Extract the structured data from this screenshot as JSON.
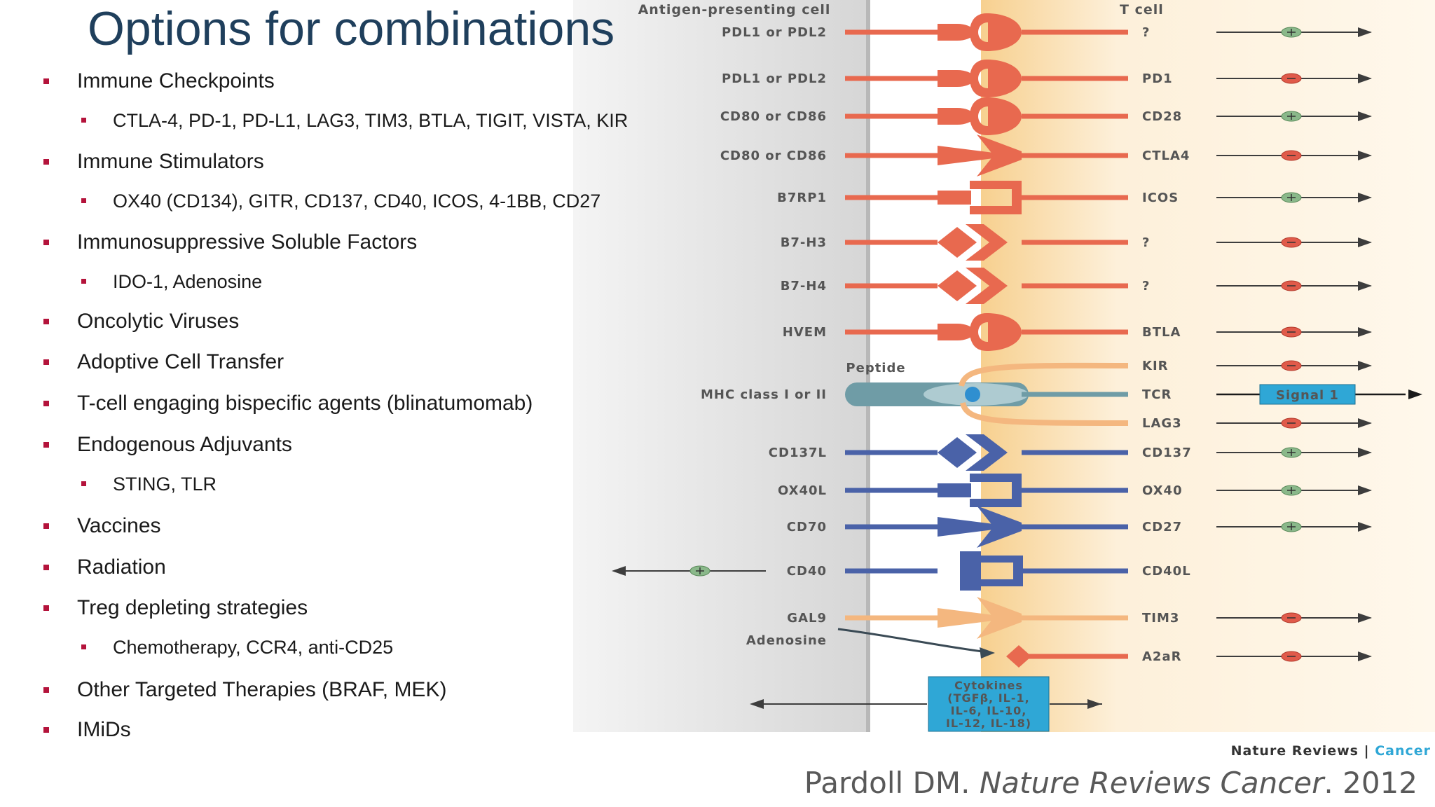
{
  "slide": {
    "title": "Options for combinations"
  },
  "bullets": [
    {
      "level": 1,
      "text": "Immune Checkpoints"
    },
    {
      "level": 2,
      "text": "CTLA-4, PD-1, PD-L1, LAG3, TIM3, BTLA, TIGIT, VISTA, KIR"
    },
    {
      "level": 1,
      "text": "Immune Stimulators"
    },
    {
      "level": 2,
      "text": "OX40 (CD134), GITR, CD137, CD40, ICOS, 4-1BB, CD27"
    },
    {
      "level": 1,
      "text": "Immunosuppressive Soluble Factors"
    },
    {
      "level": 2,
      "text": "IDO-1, Adenosine"
    },
    {
      "level": 1,
      "text": "Oncolytic Viruses"
    },
    {
      "level": 1,
      "text": "Adoptive Cell Transfer"
    },
    {
      "level": 1,
      "text": "T-cell engaging bispecific agents (blinatumomab)"
    },
    {
      "level": 1,
      "text": "Endogenous Adjuvants"
    },
    {
      "level": 2,
      "text": "STING, TLR"
    },
    {
      "level": 1,
      "text": "Vaccines"
    },
    {
      "level": 1,
      "text": "Radiation"
    },
    {
      "level": 1,
      "text": "Treg depleting strategies"
    },
    {
      "level": 2,
      "text": "Chemotherapy, CCR4, anti-CD25"
    },
    {
      "level": 1,
      "text": "Other Targeted Therapies (BRAF, MEK)"
    },
    {
      "level": 1,
      "text": "IMiDs"
    }
  ],
  "figure": {
    "apc_header": "Antigen-presenting cell",
    "tcell_header": "T cell",
    "peptide_label": "Peptide",
    "signal1_label": "Signal 1",
    "adenosine_label": "Adenosine",
    "cytokines_box": [
      "Cytokines",
      "(TGFβ, IL-1,",
      "IL-6, IL-10,",
      "IL-12, IL-18)"
    ],
    "journal_name": "Nature Reviews",
    "journal_separator": "|",
    "journal_section": "Cancer",
    "colors": {
      "inhibitory": "#e8694f",
      "costim_blue": "#4a62a8",
      "tcr_teal": "#6f9ca6",
      "peach": "#f4b77f",
      "plus_green": "#8ab88a",
      "minus_red": "#e05a4a",
      "signal_box": "#2fa7d6"
    },
    "pairs": [
      {
        "ligand": "PDL1 or PDL2",
        "receptor": "?",
        "signal": "+",
        "color": "inhibitory",
        "shape": "cup"
      },
      {
        "ligand": "PDL1 or PDL2",
        "receptor": "PD1",
        "signal": "-",
        "color": "inhibitory",
        "shape": "cup"
      },
      {
        "ligand": "CD80 or CD86",
        "receptor": "CD28",
        "signal": "+",
        "color": "inhibitory",
        "shape": "cup"
      },
      {
        "ligand": "CD80 or CD86",
        "receptor": "CTLA4",
        "signal": "-",
        "color": "inhibitory",
        "shape": "chevron"
      },
      {
        "ligand": "B7RP1",
        "receptor": "ICOS",
        "signal": "+",
        "color": "inhibitory",
        "shape": "bracket"
      },
      {
        "ligand": "B7-H3",
        "receptor": "?",
        "signal": "-",
        "color": "inhibitory",
        "shape": "diamond"
      },
      {
        "ligand": "B7-H4",
        "receptor": "?",
        "signal": "-",
        "color": "inhibitory",
        "shape": "diamond"
      },
      {
        "ligand": "HVEM",
        "receptor": "BTLA",
        "signal": "-",
        "color": "inhibitory",
        "shape": "cup"
      },
      {
        "ligand": "",
        "receptor": "KIR",
        "signal": "-",
        "color": "peach",
        "shape": "none"
      },
      {
        "ligand": "MHC class I or II",
        "receptor": "TCR",
        "signal": "signal1",
        "color": "tcr_teal",
        "shape": "tcr"
      },
      {
        "ligand": "",
        "receptor": "LAG3",
        "signal": "-",
        "color": "peach",
        "shape": "none"
      },
      {
        "ligand": "CD137L",
        "receptor": "CD137",
        "signal": "+",
        "color": "costim_blue",
        "shape": "diamond"
      },
      {
        "ligand": "OX40L",
        "receptor": "OX40",
        "signal": "+",
        "color": "costim_blue",
        "shape": "bracket"
      },
      {
        "ligand": "CD70",
        "receptor": "CD27",
        "signal": "+",
        "color": "costim_blue",
        "shape": "chevron"
      },
      {
        "ligand": "CD40",
        "receptor": "CD40L",
        "signal": "apc+",
        "color": "costim_blue",
        "shape": "bigbracket"
      },
      {
        "ligand": "GAL9",
        "receptor": "TIM3",
        "signal": "-",
        "color": "peach",
        "shape": "chevron"
      },
      {
        "ligand": "",
        "receptor": "A2aR",
        "signal": "-",
        "color": "inhibitory",
        "shape": "diamond"
      }
    ]
  },
  "citation": {
    "author": "Pardoll DM.",
    "journal": "Nature Reviews Cancer",
    "year": ". 2012"
  }
}
